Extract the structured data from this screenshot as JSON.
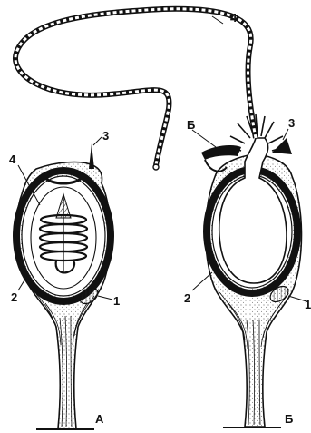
{
  "labels": {
    "left_thread": "4",
    "left_cnidocil": "3",
    "left_wall": "2",
    "left_nucleus": "1",
    "left_panel": "А",
    "right_thread": "4",
    "right_lid": "Б",
    "right_cnidocil": "3",
    "right_wall": "2",
    "right_nucleus": "1",
    "right_panel": "Б"
  },
  "colors": {
    "ink": "#111111",
    "stipple": "#444444",
    "background": "#ffffff"
  }
}
